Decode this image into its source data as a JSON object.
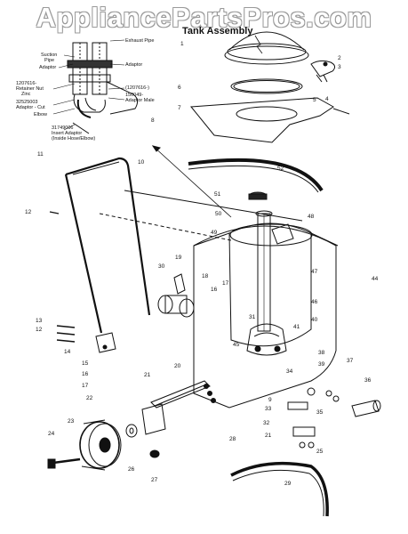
{
  "watermark": "AppliancePartsPros.com",
  "title": "Tank Assembly",
  "inset_labels": {
    "exhaust_pipe": "Exhaust Pipe",
    "suction_pipe_1": "Suction",
    "suction_pipe_2": "Pipe",
    "adaptor_left": "Adaptor",
    "adaptor_right": "Adaptor",
    "retainer_nut_1": "1207616-",
    "retainer_nut_2": "Retainer Nut",
    "retainer_nut_3": "Zinc",
    "adaptor_male_1": "(1207616-)",
    "adaptor_male_2": "150049-",
    "adaptor_male_3": "Adaptor Male",
    "adaptor_cut_1": "32525003",
    "adaptor_cut_2": "Adaptor - Cut",
    "elbow": "Elbow",
    "insert_adaptor_1": "31749006",
    "insert_adaptor_2": "Insert Adaptor",
    "insert_adaptor_3": "(Inside Hose/Elbow)"
  },
  "callouts": [
    "1",
    "2",
    "3",
    "4",
    "5",
    "6",
    "7",
    "8",
    "9",
    "10",
    "11",
    "12",
    "13",
    "14",
    "15",
    "16",
    "17",
    "18",
    "19",
    "20",
    "21",
    "22",
    "23",
    "24",
    "25",
    "26",
    "27",
    "28",
    "29",
    "30",
    "31",
    "32",
    "33",
    "34",
    "35",
    "36",
    "37",
    "38",
    "39",
    "40",
    "41",
    "44",
    "45",
    "46",
    "47",
    "48",
    "49",
    "50",
    "51",
    "52"
  ]
}
